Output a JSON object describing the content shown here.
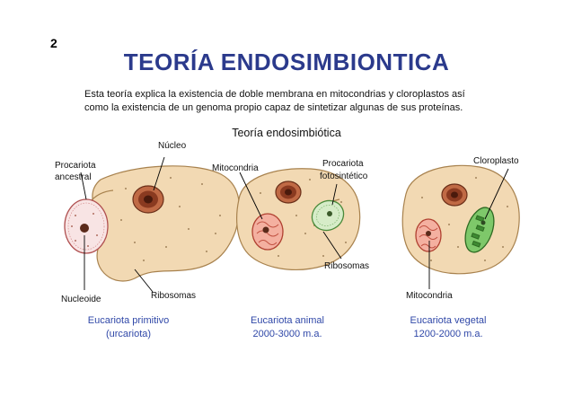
{
  "page_number": "2",
  "title": "TEORÍA ENDOSIMBIONTICA",
  "intro": {
    "line1": "Esta teoría explica la existencia de doble membrana en mitocondrias y cloroplastos así",
    "line2": "como la existencia de un genoma propio capaz de sintetizar algunas de sus proteínas."
  },
  "diagram_title": "Teoría endosimbiótica",
  "panels": [
    {
      "labels": {
        "nucleus": "Núcleo",
        "ancestral_prokaryote_1": "Procariota",
        "ancestral_prokaryote_2": "ancestral",
        "nucleoid": "Nucleoide",
        "ribosomes": "Ribosomas"
      },
      "caption_line1": "Eucariota primitivo",
      "caption_line2": "(urcariota)"
    },
    {
      "labels": {
        "mitochondria": "Mitocondria",
        "photosynthetic_prokaryote_1": "Procariota",
        "photosynthetic_prokaryote_2": "fotosintético",
        "ribosomes": "Ribosomas"
      },
      "caption_line1": "Eucariota animal",
      "caption_line2": "2000-3000 m.a."
    },
    {
      "labels": {
        "chloroplast": "Cloroplasto",
        "mitochondria": "Mitocondria"
      },
      "caption_line1": "Eucariota vegetal",
      "caption_line2": "1200-2000 m.a."
    }
  ],
  "colors": {
    "title": "#2b3a8c",
    "caption": "#3048a8",
    "cytoplasm": "#f2d9b3",
    "nucleus": "#b85a3a",
    "mitochondria": "#f0a08a",
    "chloroplast": "#8fcf7a",
    "prokaryote": "#f8e0e0"
  }
}
